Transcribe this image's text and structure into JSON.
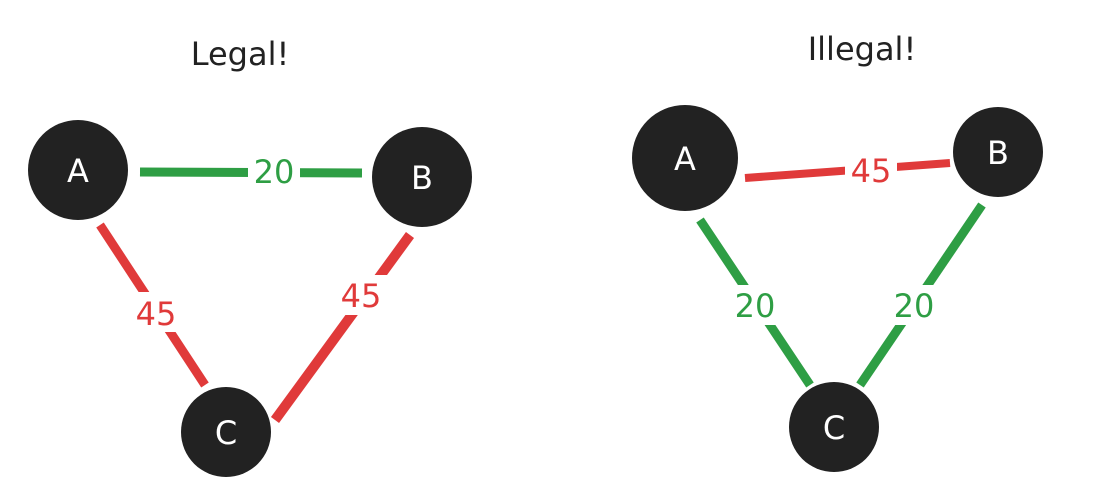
{
  "diagrams": [
    {
      "title": "Legal!",
      "nodes": [
        "A",
        "B",
        "C"
      ],
      "edges": [
        {
          "from": "A",
          "to": "B",
          "label": "20",
          "color": "#2e9e44"
        },
        {
          "from": "A",
          "to": "C",
          "label": "45",
          "color": "#e03a3a"
        },
        {
          "from": "B",
          "to": "C",
          "label": "45",
          "color": "#e03a3a"
        }
      ]
    },
    {
      "title": "Illegal!",
      "nodes": [
        "A",
        "B",
        "C"
      ],
      "edges": [
        {
          "from": "A",
          "to": "B",
          "label": "45",
          "color": "#e03a3a"
        },
        {
          "from": "A",
          "to": "C",
          "label": "20",
          "color": "#2e9e44"
        },
        {
          "from": "B",
          "to": "C",
          "label": "20",
          "color": "#2e9e44"
        }
      ]
    }
  ]
}
